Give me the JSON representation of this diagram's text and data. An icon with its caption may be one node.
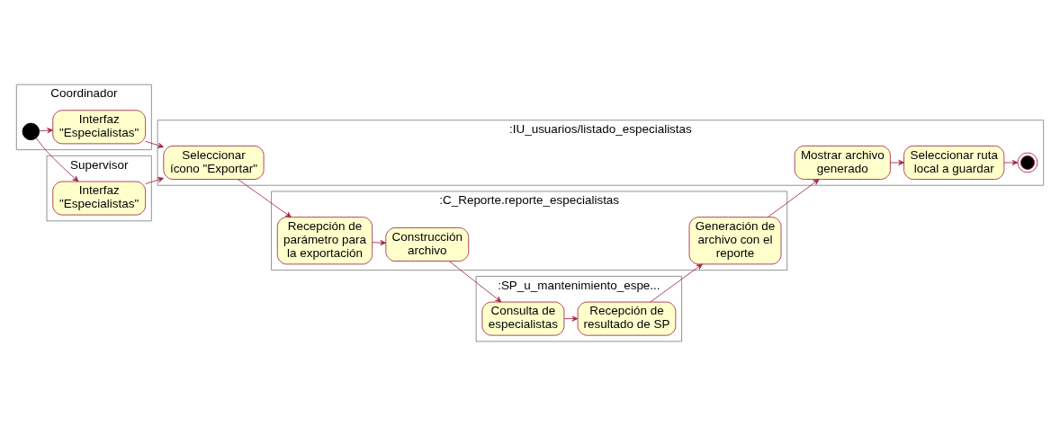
{
  "diagram": {
    "nodes": [
      {
        "text": [
          "Coordinador"
        ]
      },
      {
        "text": [
          "Supervisor"
        ]
      },
      {
        "text": [
          ":IU_usuarios/listado_especialistas"
        ]
      },
      {
        "text": [
          ":C_Reporte.reporte_especialistas"
        ]
      },
      {
        "text": [
          ":SP_u_mantenimiento_espe..."
        ]
      },
      {
        "text": [],
        "shape": "circle",
        "in": 0
      },
      {
        "text": [
          "Interfaz \"Especialistas\""
        ],
        "in": 0
      },
      {
        "text": [
          "Interfaz \"Especialistas\""
        ],
        "in": 1
      },
      {
        "text": [
          "Seleccionar ícono \"Exportar\""
        ],
        "in": 2
      },
      {
        "text": [
          "Recepción de parámetro para la exportación"
        ],
        "in": 3
      },
      {
        "text": [
          "Construcción archivo"
        ],
        "in": 3
      },
      {
        "text": [
          "Consulta de especialistas"
        ],
        "in": 4
      },
      {
        "text": [
          "Recepción de resultado de SP"
        ],
        "in": 4
      },
      {
        "text": [
          "Generación de archivo con el reporte"
        ],
        "in": 3
      },
      {
        "text": [
          "Mostrar archivo generado"
        ],
        "in": 2
      },
      {
        "text": [
          "Seleccionar ruta local a guardar"
        ],
        "in": 2
      },
      {
        "text": [],
        "shape": "bullseye",
        "in": 2
      }
    ],
    "edges": [
      {
        "from": 5,
        "to": 6,
        "arrow": "to"
      },
      {
        "from": 5,
        "to": 7,
        "arrow": "to"
      },
      {
        "from": 6,
        "to": 8,
        "arrow": "to"
      },
      {
        "from": 7,
        "to": 8,
        "arrow": "to"
      },
      {
        "from": 8,
        "to": 9,
        "arrow": "to"
      },
      {
        "from": 9,
        "to": 10,
        "arrow": "to"
      },
      {
        "from": 10,
        "to": 11,
        "arrow": "to"
      },
      {
        "from": 11,
        "to": 12,
        "arrow": "to"
      },
      {
        "from": 12,
        "to": 13,
        "arrow": "to"
      },
      {
        "from": 13,
        "to": 14,
        "arrow": "to"
      },
      {
        "from": 14,
        "to": 15,
        "arrow": "to"
      },
      {
        "from": 15,
        "to": 16,
        "arrow": "to"
      }
    ]
  }
}
